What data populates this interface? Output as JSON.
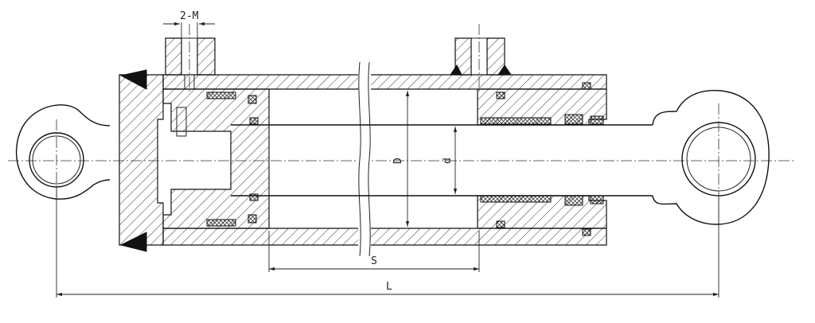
{
  "labels": {
    "port_thread": "2-M",
    "bore_dim": "D",
    "rod_dim": "d",
    "stroke_dim": "S",
    "length_dim": "L"
  },
  "colors": {
    "line": "#111111",
    "background": "#ffffff"
  }
}
